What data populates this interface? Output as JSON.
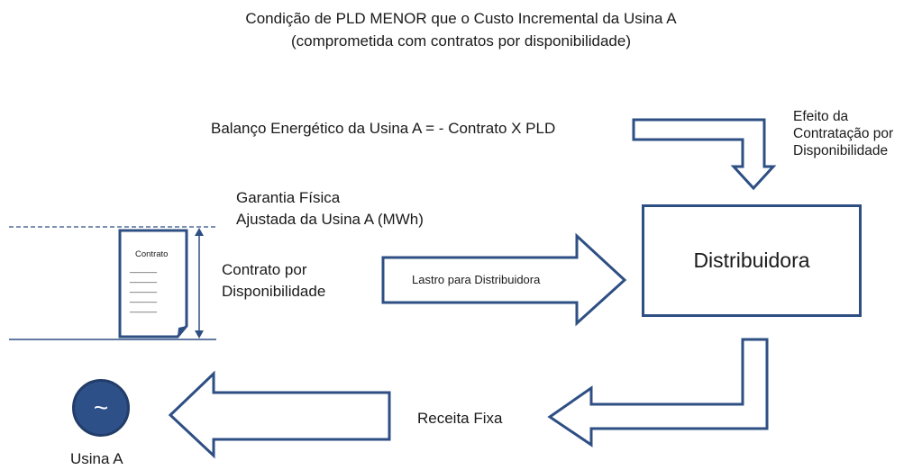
{
  "title_line1": "Condição de PLD MENOR que o Custo Incremental da Usina A",
  "title_line2": "(comprometida com contratos por disponibilidade)",
  "balanco_label": "Balanço Energético da Usina A = - Contrato X PLD",
  "efeito_line1": "Efeito da",
  "efeito_line2": "Contratação por",
  "efeito_line3": "Disponibilidade",
  "garantia_line1": "Garantia Física",
  "garantia_line2": "Ajustada da Usina A (MWh)",
  "contrato_doc_title": "Contrato",
  "contrato_doc_lines": "______",
  "contrato_label_line1": "Contrato por",
  "contrato_label_line2": "Disponibilidade",
  "lastro_label": "Lastro para Distribuidora",
  "distribuidora_label": "Distribuidora",
  "receita_label": "Receita Fixa",
  "usina_symbol": "~",
  "usina_label": "Usina A",
  "colors": {
    "arrow_stroke": "#2e4f83",
    "usina_fill": "#2e5088",
    "line": "#2e4f83"
  }
}
